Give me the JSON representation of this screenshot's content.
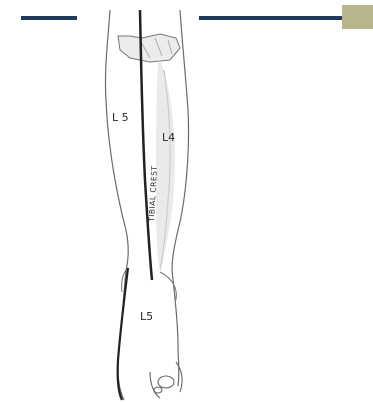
{
  "header": {
    "bar_color": "#1f3a5a",
    "accent_color": "#b9b58a"
  },
  "figure": {
    "labels": {
      "thigh_l5": "L 5",
      "shin_l4": "L4",
      "tibial_crest": "TIBIAL CREST",
      "foot_l5": "L5"
    }
  }
}
